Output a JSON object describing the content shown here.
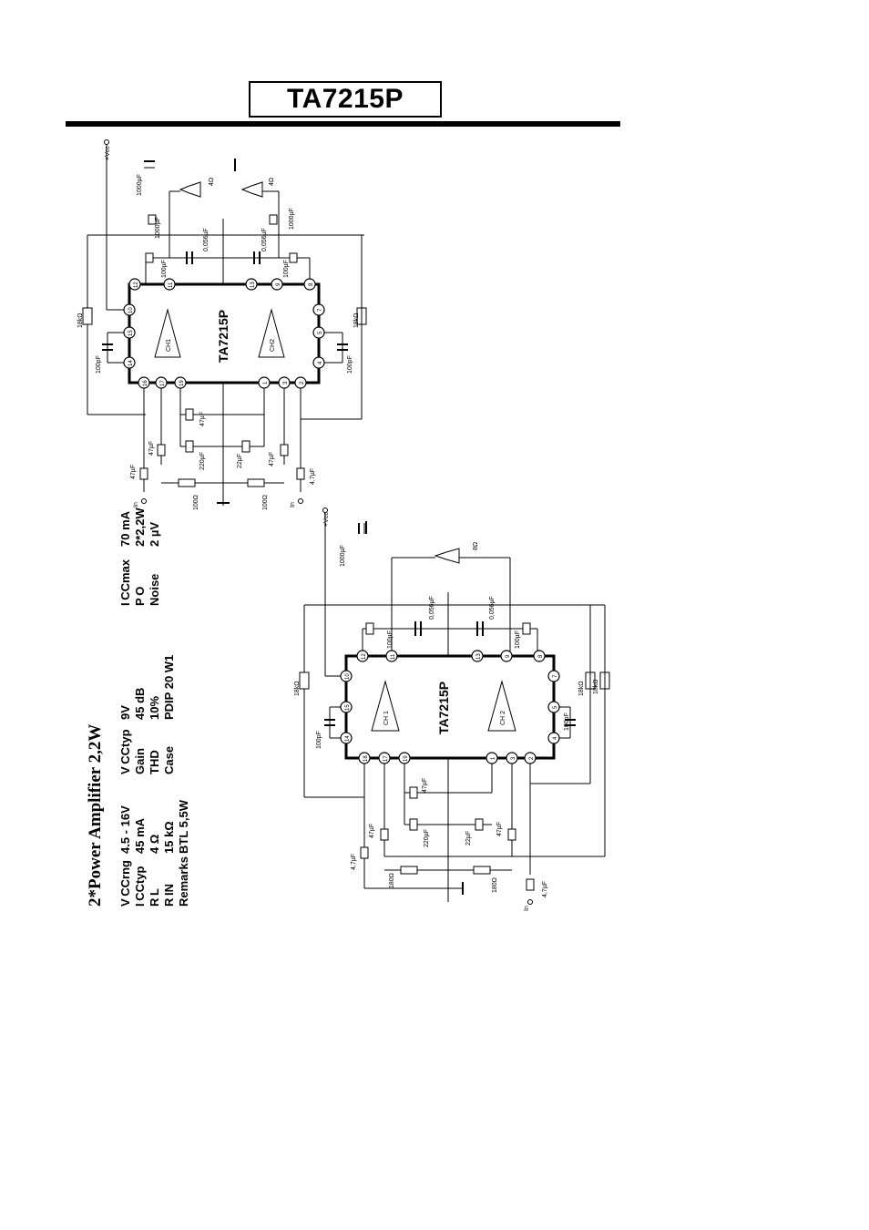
{
  "header": {
    "title": "TA7215P"
  },
  "specs": {
    "heading": "2*Power Amplifier 2,2W",
    "col1": [
      {
        "label": "V CCrng",
        "value": "4.5 - 16V"
      },
      {
        "label": "I CCtyp",
        "value": "45 mA"
      },
      {
        "label": "R L",
        "value": "4 Ω"
      },
      {
        "label": "R IN",
        "value": "15 kΩ"
      },
      {
        "label": "Remarks",
        "value": "BTL 5,5W"
      }
    ],
    "col2": [
      {
        "label": "V CCtyp",
        "value": "9V"
      },
      {
        "label": "Gain",
        "value": "45 dB"
      },
      {
        "label": "THD",
        "value": "10%"
      },
      {
        "label": "Case",
        "value": "PDIP 20 W1"
      }
    ],
    "col3": [
      {
        "label": "I CCmax",
        "value": "70 mA"
      },
      {
        "label": "P O",
        "value": "2*2,2W"
      },
      {
        "label": "Noise",
        "value": "2 µV"
      }
    ]
  },
  "schematic1": {
    "chip_label": "TA7215P",
    "ch1": "CH1",
    "ch2": "CH2",
    "vcc": "+Vcc",
    "pins_top": [
      "16",
      "17",
      "19",
      "1",
      "3",
      "2"
    ],
    "pins_bottom": [
      "12",
      "11",
      "13",
      "9",
      "8"
    ],
    "pins_left": [
      "10",
      "15",
      "14"
    ],
    "pins_right": [
      "7",
      "5",
      "4"
    ],
    "components": [
      "1000µF",
      "1000µF",
      "1000µF",
      "0,056µF",
      "0,056µF",
      "100µF",
      "100µF",
      "18kΩ",
      "18kΩ",
      "100pF",
      "100pF",
      "47µF",
      "47µF",
      "47µF",
      "47µF",
      "220µF",
      "22µF",
      "4,7µF",
      "100Ω",
      "100Ω",
      "4Ω",
      "4Ω",
      "In",
      "In"
    ]
  },
  "schematic2": {
    "chip_label": "TA7215P",
    "ch1": "CH 1",
    "ch2": "CH 2",
    "vcc": "+Vcc",
    "pins_top": [
      "18",
      "17",
      "19",
      "1",
      "3",
      "2"
    ],
    "pins_bottom": [
      "12",
      "11",
      "13",
      "9",
      "8"
    ],
    "pins_left": [
      "10",
      "15",
      "14"
    ],
    "pins_right": [
      "7",
      "5",
      "4"
    ],
    "components": [
      "1000µF",
      "0,056µF",
      "0,056µF",
      "100µF",
      "100µF",
      "18kΩ",
      "18kΩ",
      "18kΩ",
      "100pF",
      "100pF",
      "47µF",
      "47µF",
      "47µF",
      "220µF",
      "22µF",
      "4,7µF",
      "4,7µF",
      "180Ω",
      "180Ω",
      "8Ω",
      "In"
    ]
  }
}
